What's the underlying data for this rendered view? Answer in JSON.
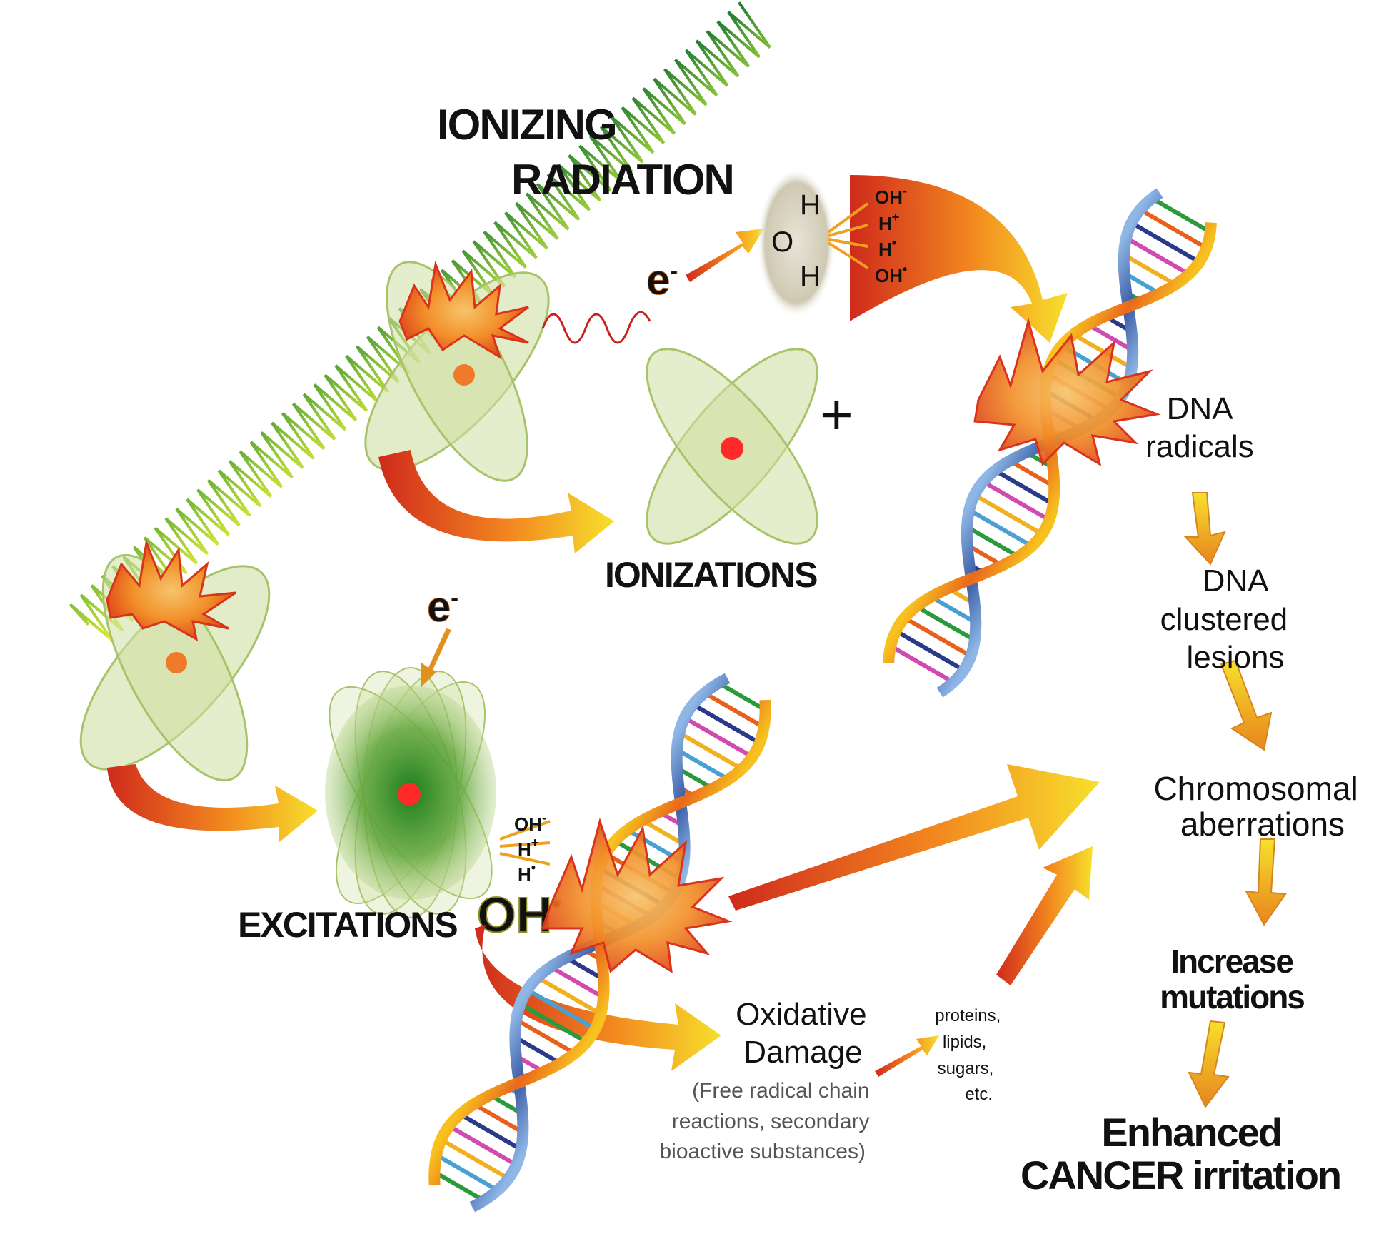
{
  "labels": {
    "ionizing": "IONIZING",
    "radiation": "RADIATION",
    "ionizations": "IONIZATIONS",
    "excitations": "EXCITATIONS",
    "electron": "e",
    "electron_sup": "-",
    "plus": "+",
    "water_h1": "H",
    "water_o": "O",
    "water_h2": "H",
    "dna_radicals_1": "DNA",
    "dna_radicals_2": "radicals",
    "dna_clustered_1": "DNA",
    "dna_clustered_2": "clustered",
    "dna_clustered_3": "lesions",
    "chromosomal_1": "Chromosomal",
    "chromosomal_2": "aberrations",
    "increase_1": "Increase",
    "increase_2": "mutations",
    "enhanced_1": "Enhanced",
    "enhanced_2": "CANCER irritation",
    "oxidative_1": "Oxidative",
    "oxidative_2": "Damage",
    "oxidative_3": "(Free radical chain",
    "oxidative_4": "reactions, secondary",
    "oxidative_5": "bioactive substances)",
    "biomol_1": "proteins,",
    "biomol_2": "lipids,",
    "biomol_3": "sugars,",
    "biomol_4": "etc."
  },
  "radiolysis_products_top": [
    "OH",
    "H",
    "H",
    "OH"
  ],
  "radiolysis_sups_top": [
    "-",
    "+",
    "•",
    "•"
  ],
  "radiolysis_products_bottom": [
    "OH",
    "H",
    "H"
  ],
  "radiolysis_sups_bottom": [
    "-",
    "+",
    "•"
  ],
  "hydroxyl_big": "OH",
  "hydroxyl_big_sup": "•",
  "colors": {
    "arrow_dark": "#d3331f",
    "arrow_light": "#f7dc2a",
    "wave_green": "#2e9a3a",
    "wave_yellow": "#dde83a",
    "orbit_fill": "#cfe0a3",
    "nucleus": "#ff2a2a",
    "text_yellow": "#f2d31c",
    "text_green": "#1e9a3a"
  }
}
